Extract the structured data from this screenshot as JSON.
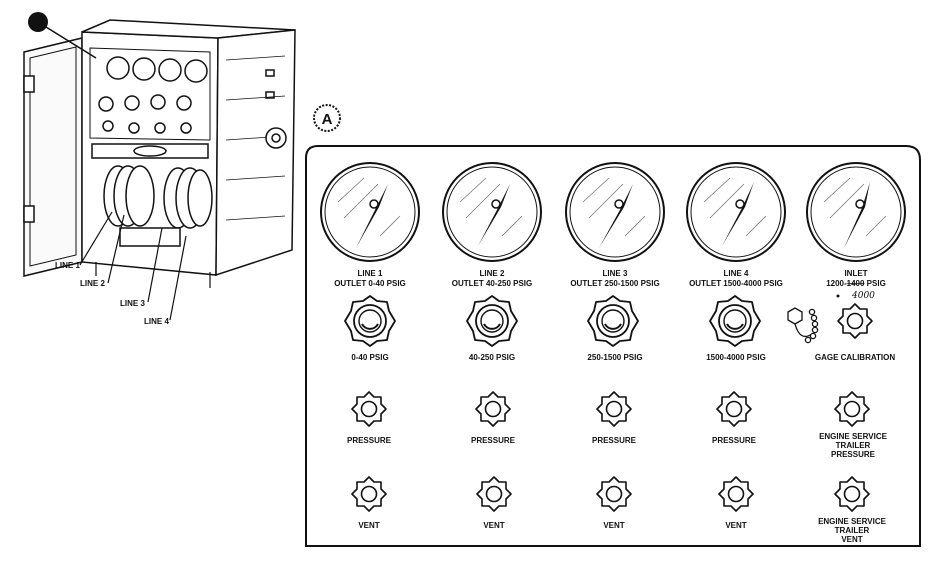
{
  "callout": "A",
  "lines": [
    {
      "label": "LINE 1"
    },
    {
      "label": "LINE 2"
    },
    {
      "label": "LINE 3"
    },
    {
      "label": "LINE 4"
    }
  ],
  "panel": {
    "gauges": [
      {
        "line1": "LINE 1",
        "line2": "OUTLET 0-40 PSIG"
      },
      {
        "line1": "LINE 2",
        "line2": "OUTLET 40-250 PSIG"
      },
      {
        "line1": "LINE 3",
        "line2": "OUTLET 250-1500 PSIG"
      },
      {
        "line1": "LINE 4",
        "line2": "OUTLET 1500-4000 PSIG"
      },
      {
        "line1": "INLET",
        "line2": "1200-",
        "line2_struck": "1400",
        "line2_end": " PSIG",
        "handwritten": "4000"
      }
    ],
    "regulators": [
      "0-40 PSIG",
      "40-250 PSIG",
      "250-1500 PSIG",
      "1500-4000 PSIG",
      "GAGE CALIBRATION"
    ],
    "pressure_valves": [
      [
        "PRESSURE"
      ],
      [
        "PRESSURE"
      ],
      [
        "PRESSURE"
      ],
      [
        "PRESSURE"
      ],
      [
        "ENGINE SERVICE",
        "TRAILER",
        "PRESSURE"
      ]
    ],
    "vent_valves": [
      [
        "VENT"
      ],
      [
        "VENT"
      ],
      [
        "VENT"
      ],
      [
        "VENT"
      ],
      [
        "ENGINE SERVICE",
        "TRAILER",
        "VENT"
      ]
    ]
  }
}
